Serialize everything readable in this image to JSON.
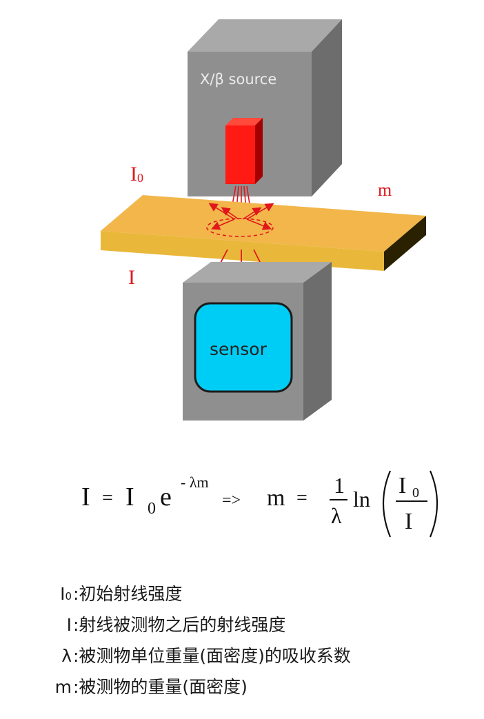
{
  "diagram": {
    "source_label": "X/β source",
    "sensor_label": "sensor",
    "i0_label": {
      "main": "I",
      "sub": "0"
    },
    "i_label": "I",
    "m_label": "m",
    "colors": {
      "box_front": "#8f8f8f",
      "box_top": "#a9a9a9",
      "box_side": "#6d6d6d",
      "emitter": "#ff1a14",
      "beam": "#e0171c",
      "material_top": "#f2b64b",
      "material_front": "#e9b83a",
      "material_side": "#2a2100",
      "screen": "#00cdf5"
    }
  },
  "formula": {
    "lhs_I": "I",
    "equals": "=",
    "I": "I",
    "sub_0": "0",
    "e": "e",
    "exponent": "- λm",
    "arrow": "=>",
    "m": "m",
    "equals2": "=",
    "frac_num": "1",
    "frac_den": "λ",
    "ln": "ln",
    "inner_num_I": "I",
    "inner_num_sub": "0",
    "inner_den": "I"
  },
  "legend": [
    {
      "symbol": "I",
      "symbol_sub": "0",
      "text": ":初始射线强度"
    },
    {
      "symbol": "I",
      "symbol_sub": "",
      "text": ":射线被测物之后的射线强度"
    },
    {
      "symbol": "λ",
      "symbol_sub": "",
      "text": ":被测物单位重量(面密度)的吸收系数"
    },
    {
      "symbol": "m",
      "symbol_sub": "",
      "text": ":被测物的重量(面密度)"
    }
  ]
}
